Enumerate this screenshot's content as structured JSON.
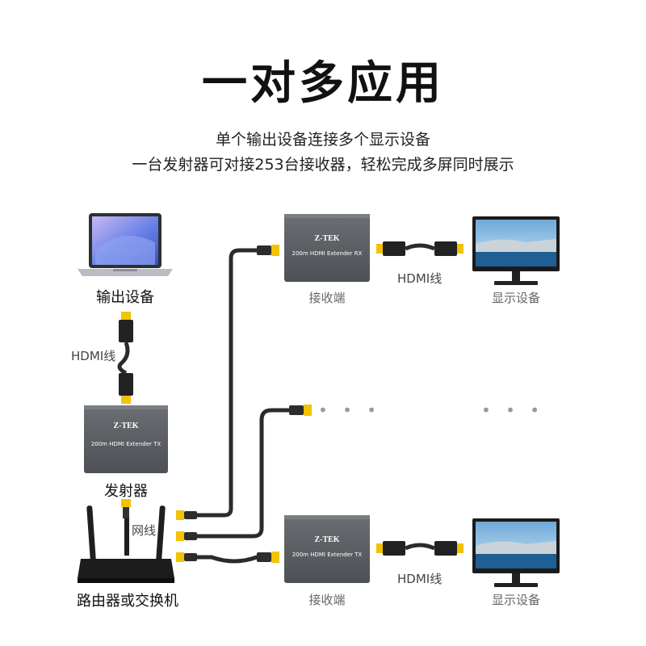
{
  "title": "一对多应用",
  "subtitle_line1": "单个输出设备连接多个显示设备",
  "subtitle_line2": "一台发射器可对接253台接收器，轻松完成多屏同时展示",
  "devices": {
    "output_device_label": "输出设备",
    "transmitter_label": "发射器",
    "router_label": "路由器或交换机",
    "receiver_label": "接收端",
    "display_label": "显示设备"
  },
  "cables": {
    "hdmi_label": "HDMI线",
    "network_label": "网线"
  },
  "box_brand": "Z-TEK",
  "box_rx_model": "200m HDMI Extender RX",
  "box_tx_model": "200m HDMI Extender TX",
  "ellipsis": "• • •",
  "colors": {
    "box_body": "#5a5d62",
    "cable": "#2b2b2b",
    "connector_yellow": "#f2c300",
    "accent_text": "#111111"
  }
}
